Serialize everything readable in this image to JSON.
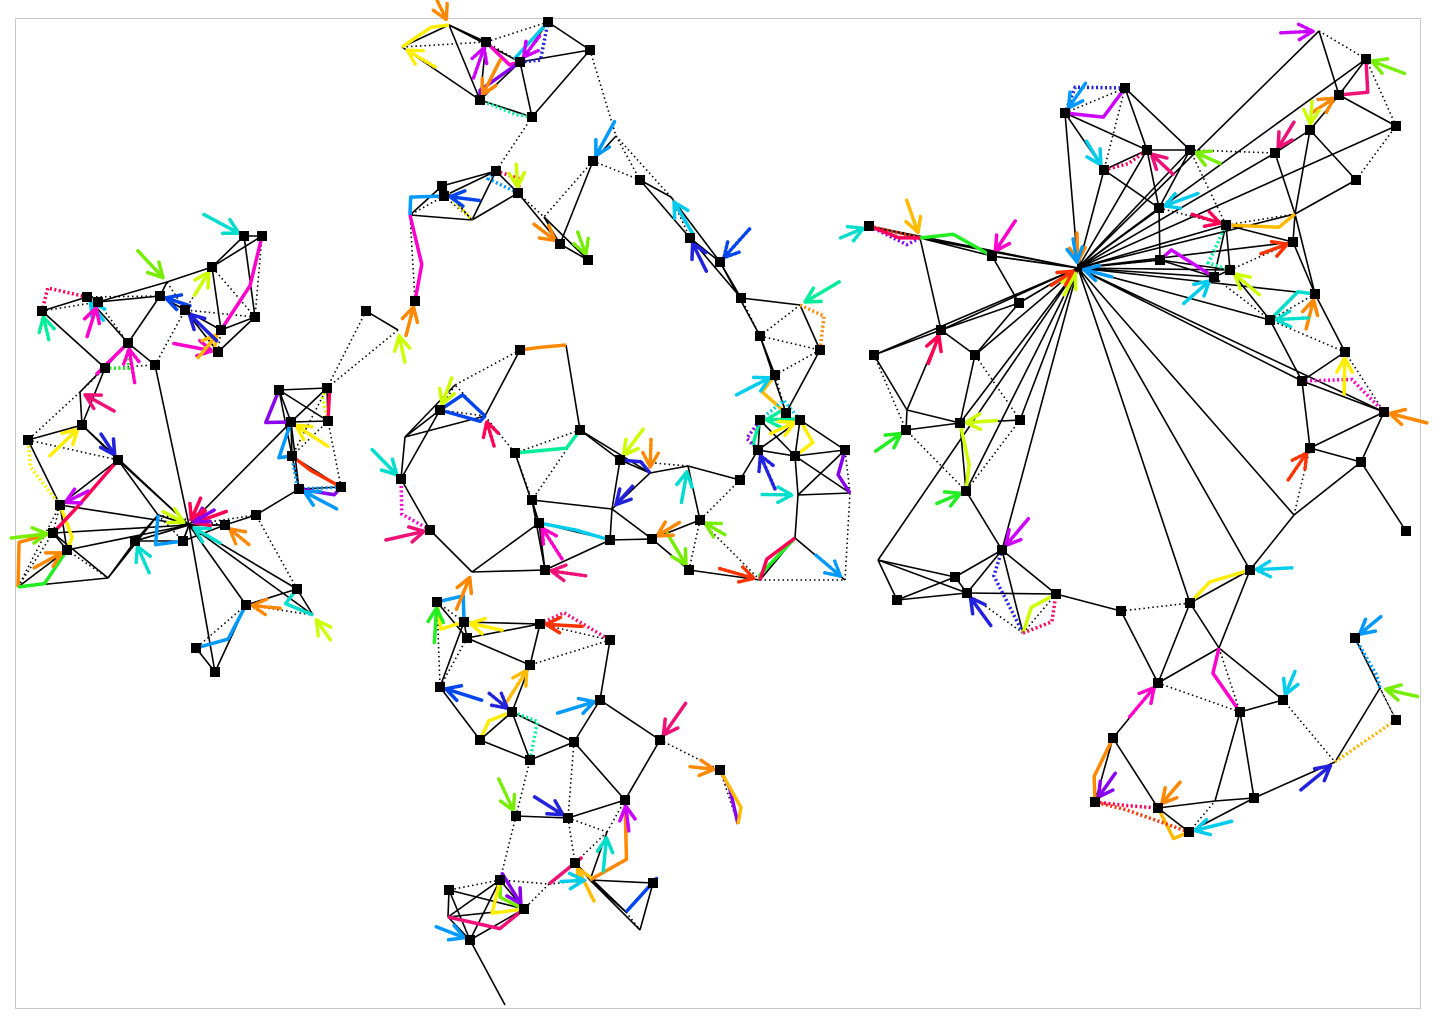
{
  "diagram": {
    "type": "planar-triangulation-graph",
    "background": "#ffffff",
    "frame_color": "#c8c8c8",
    "edge_color": "#000000",
    "node_color": "#000000",
    "palette": [
      "#ff0055",
      "#ff3300",
      "#ff8800",
      "#ffbb00",
      "#ffee00",
      "#ccff00",
      "#77ee00",
      "#22ee22",
      "#00ee99",
      "#00ddcc",
      "#00ccee",
      "#0099ff",
      "#0044ee",
      "#2222dd",
      "#8800ee",
      "#cc00ff",
      "#ff00cc",
      "#ee1177"
    ],
    "clusters": [
      {
        "name": "left-flower"
      },
      {
        "name": "top-middle"
      },
      {
        "name": "center-band"
      },
      {
        "name": "bottom-middle"
      },
      {
        "name": "right-fan"
      }
    ]
  }
}
